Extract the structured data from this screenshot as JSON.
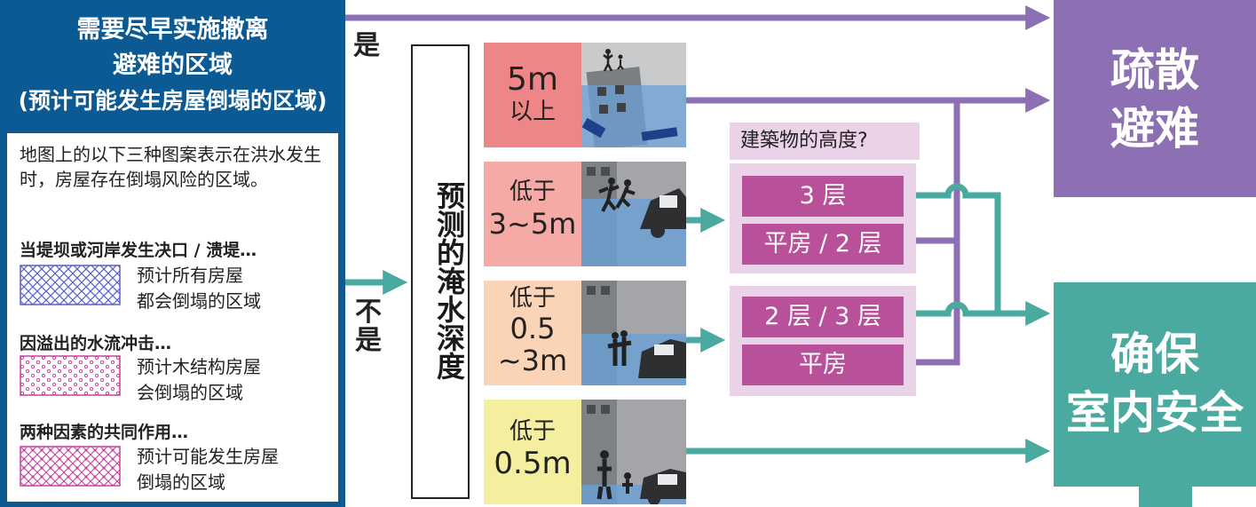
{
  "left": {
    "title_1": "需要尽早实施撤离",
    "title_2": "避难的区域",
    "title_3": "(预计可能发生房屋倒塌的区域)",
    "description": "地图上的以下三种图案表示在洪水发生时，房屋存在倒塌风险的区域。",
    "sections": [
      {
        "heading": "当堤坝或河岸发生决口 / 溃堤…",
        "text_1": "预计所有房屋",
        "text_2": "都会倒塌的区域",
        "pattern": "blue-crosshatch"
      },
      {
        "heading": "因溢出的水流冲击…",
        "text_1": "预计木结构房屋",
        "text_2": "会倒塌的区域",
        "pattern": "pink-dots"
      },
      {
        "heading": "两种因素的共同作用…",
        "text_1": "预计可能发生房屋",
        "text_2": "倒塌的区域",
        "pattern": "pink-crosshatch-dots"
      }
    ]
  },
  "branches": {
    "yes": "是",
    "no_1": "不",
    "no_2": "是"
  },
  "depth_label": "预测的淹水深度",
  "depth_rows": [
    {
      "line_1": "5m",
      "line_2": "以上",
      "color": "#ee8688"
    },
    {
      "line_1": "低于",
      "line_2": "3~5m",
      "color": "#f6aaa6"
    },
    {
      "line_1": "低于",
      "line_2": "0.5",
      "line_3": "~3m",
      "color": "#fbd3b7"
    },
    {
      "line_1": "低于",
      "line_2": "0.5m",
      "color": "#f3ef9e"
    }
  ],
  "height_question": "建築物的高度?",
  "height_groups": [
    {
      "option_1": "3 层",
      "option_2": "平房 / 2 层"
    },
    {
      "option_1": "2 层 / 3 层",
      "option_2": "平房"
    }
  ],
  "outcomes": {
    "evacuate_1": "疏散",
    "evacuate_2": "避难",
    "safety_1": "确保",
    "safety_2": "室内安全"
  },
  "colors": {
    "evacuate": "#8d70b3",
    "safety": "#4baaa0",
    "left_panel": "#0b5a93",
    "height_option": "#b9509a"
  }
}
